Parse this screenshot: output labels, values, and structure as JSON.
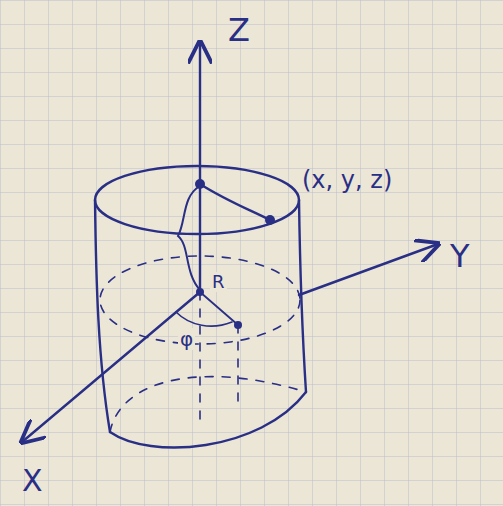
{
  "diagram": {
    "labels": [
      "Z",
      "(x, y, z)",
      "Y",
      "R",
      "φ",
      "X"
    ]
  }
}
